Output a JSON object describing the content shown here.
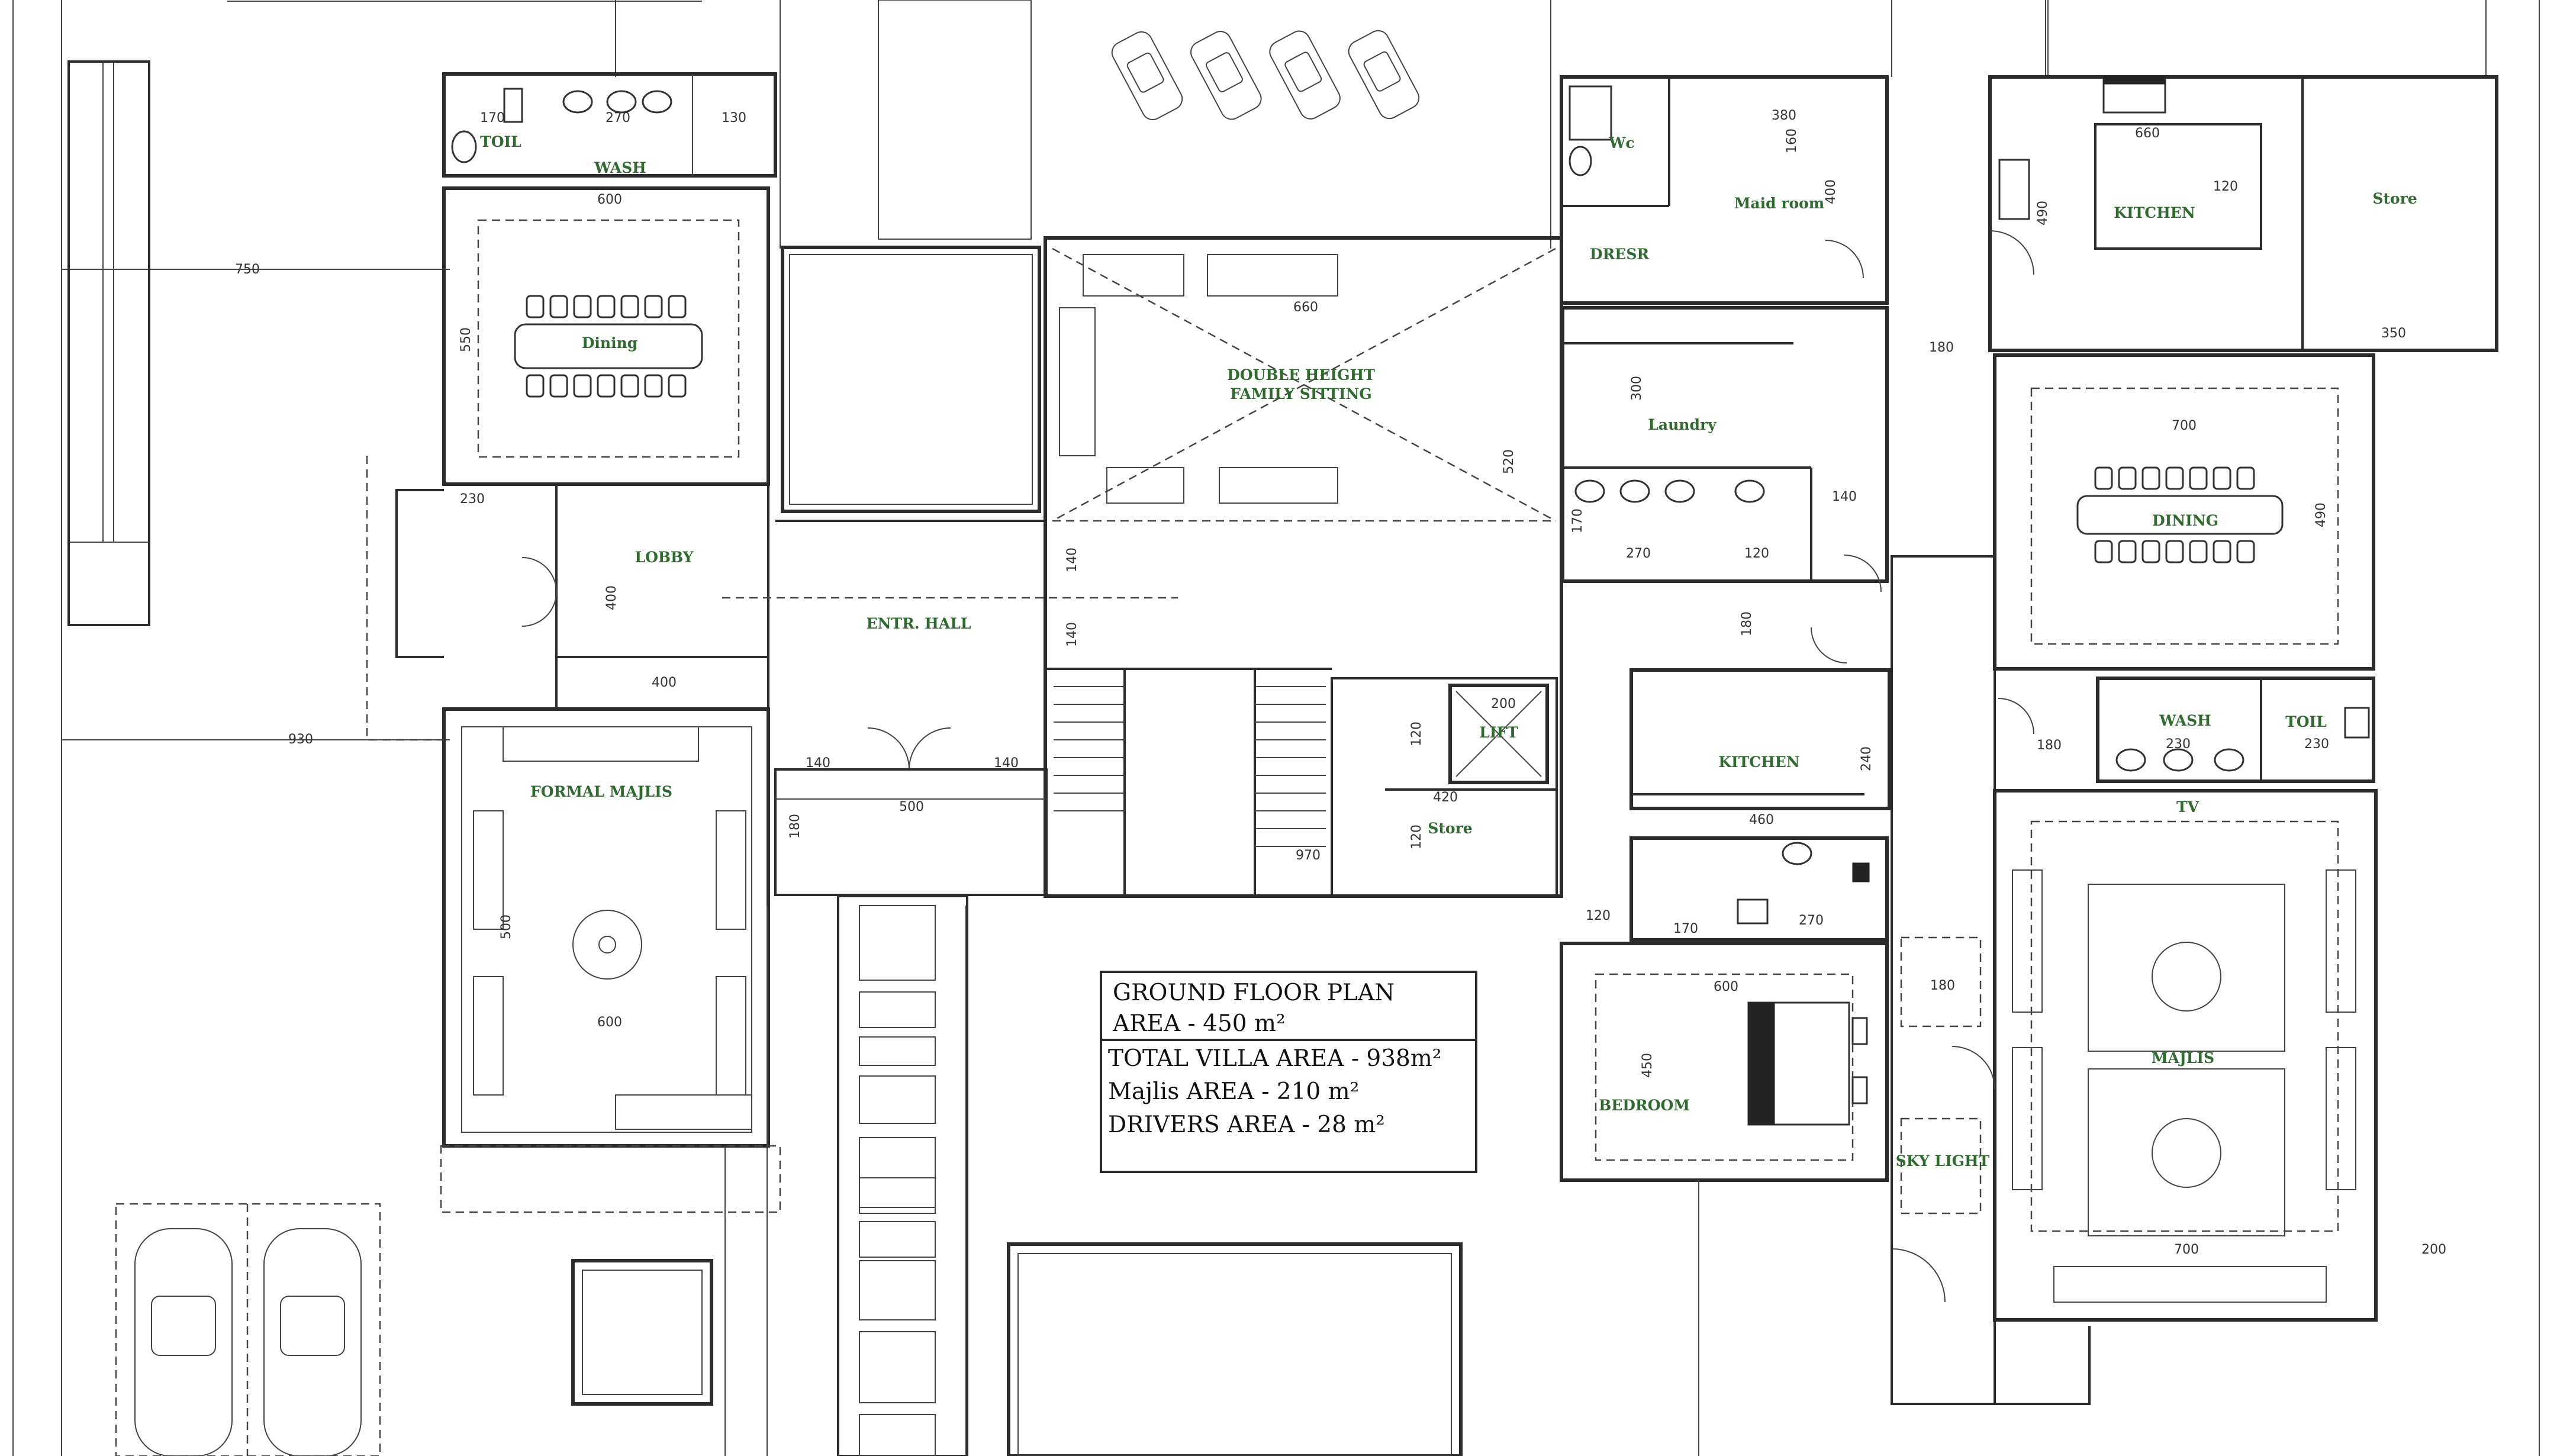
{
  "rooms": {
    "toilet_left": "TOIL",
    "wash_left": "WASH",
    "dining_left": "Dining",
    "lobby": "LOBBY",
    "entrance_hall": "ENTR. HALL",
    "family_sitting_1": "DOUBLE HEIGHT",
    "family_sitting_2": "FAMILY SITTING",
    "formal_majlis": "FORMAL MAJLIS",
    "lift": "LIFT",
    "store_center": "Store",
    "wc": "Wc",
    "dresser": "DRESR",
    "maid_room": "Maid room",
    "laundry": "Laundry",
    "kitchen_center": "KITCHEN",
    "bedroom": "BEDROOM",
    "kitchen_right": "KITCHEN",
    "store_right": "Store",
    "dining_right": "DINING",
    "wash_right": "WASH",
    "toilet_right": "TOIL",
    "tv": "TV",
    "majlis": "MAJLIS",
    "sky_light": "SKY LIGHT"
  },
  "dimensions": {
    "d170": "170",
    "d270a": "270",
    "d130": "130",
    "d600a": "600",
    "d750": "750",
    "d550": "550",
    "d230": "230",
    "d400a": "400",
    "d400b": "400",
    "d930": "930",
    "d500a": "500",
    "d600b": "600",
    "d140a": "140",
    "d140b": "140",
    "d500b": "500",
    "d180a": "180",
    "d140c": "140",
    "d140d": "140",
    "d660": "660",
    "d520": "520",
    "d200a": "200",
    "d120a": "120",
    "d420": "420",
    "d120b": "120",
    "d970": "970",
    "d380": "380",
    "d400c": "400",
    "d300": "300",
    "d270b": "270",
    "d140e": "140",
    "d120c": "120",
    "d170b": "170",
    "d180b": "180",
    "d460": "460",
    "d240": "240",
    "d170c": "170",
    "d270c": "270",
    "d120d": "120",
    "d600c": "600",
    "d450": "450",
    "d660b": "660",
    "d120e": "120",
    "d490": "490",
    "d350": "350",
    "d180c": "180",
    "d700a": "700",
    "d490b": "490",
    "d180d": "180",
    "d230b": "230",
    "d230c": "230",
    "d180e": "180",
    "d700b": "700",
    "d200b": "200",
    "d160": "160"
  },
  "title_block": {
    "line1": "GROUND FLOOR PLAN",
    "line2": "AREA - 450 m²",
    "line3": "TOTAL VILLA AREA - 938m²",
    "line4": "Majlis AREA - 210 m²",
    "line5": "DRIVERS AREA - 28 m²"
  }
}
